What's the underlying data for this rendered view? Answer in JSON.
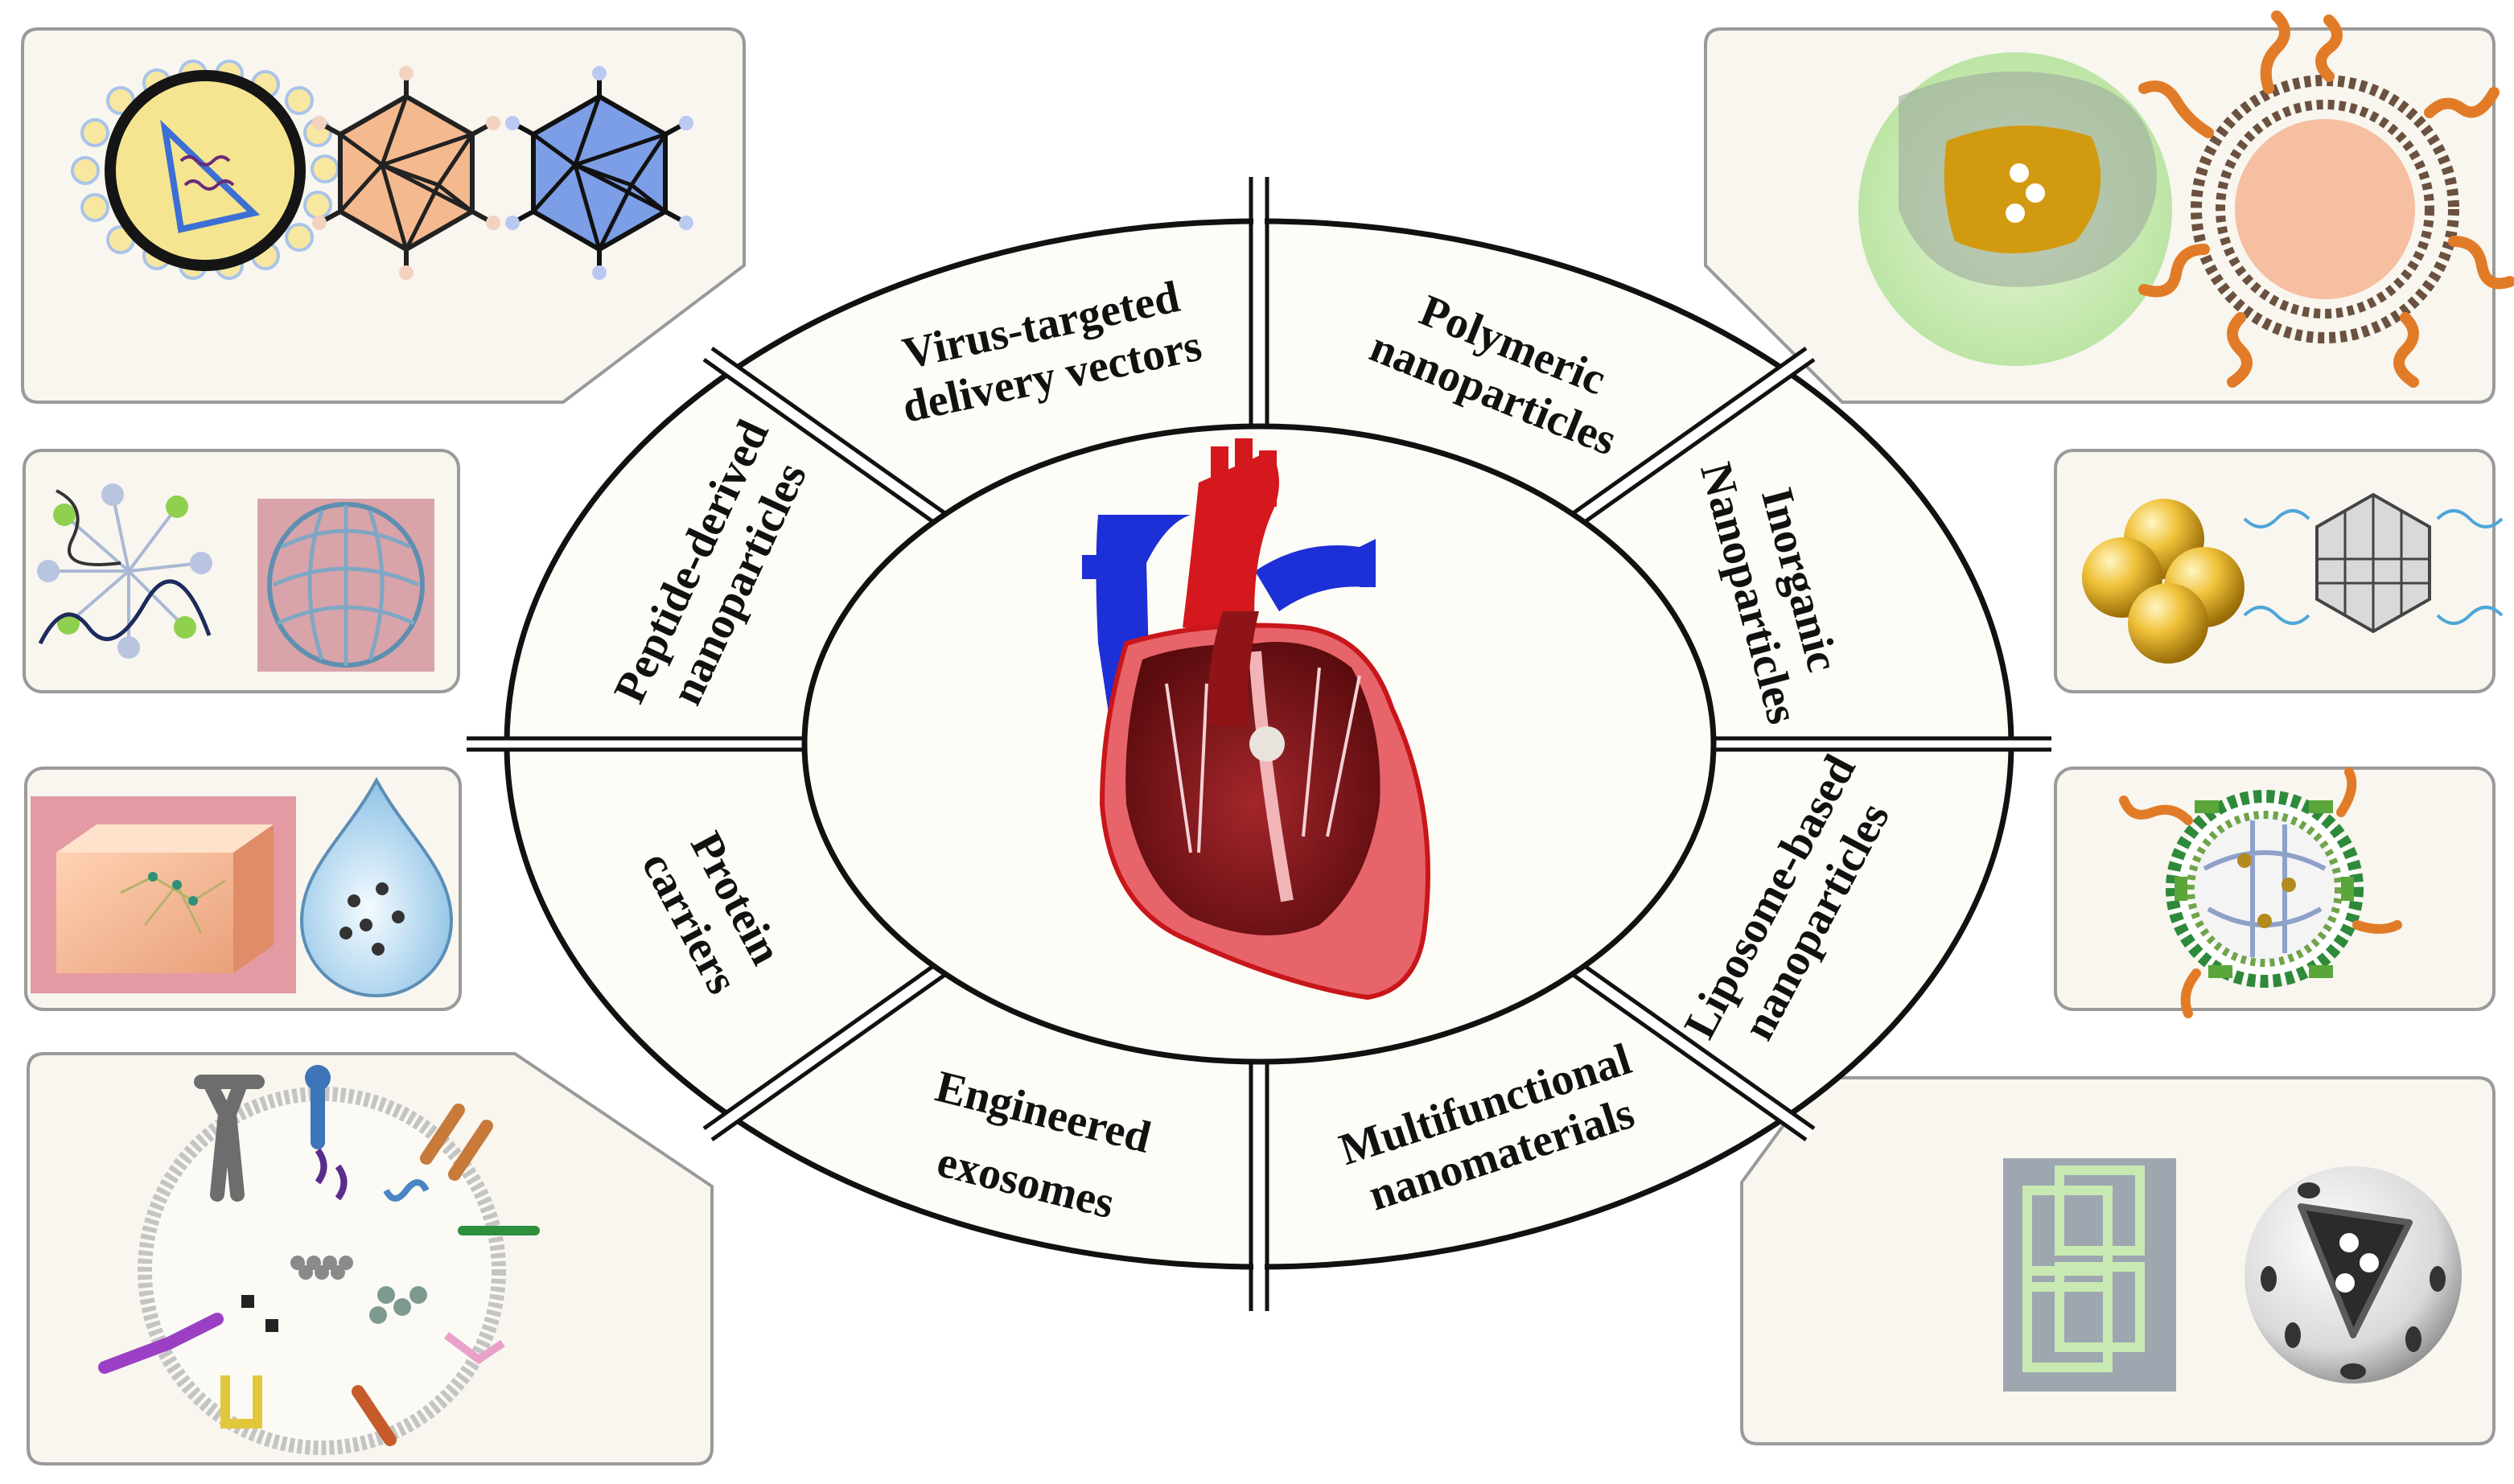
{
  "colors": {
    "panel_fill": "#f8f6ef",
    "panel_stroke": "#9a9a9a",
    "ring_fill": "#fdfcf6",
    "ring_stroke": "#111111",
    "heart_red": "#c8161a",
    "heart_dark": "#6a0f12",
    "vessel_blue": "#1d2fd6",
    "accent_orange": "#e8702a",
    "gold": "#d4a81c"
  },
  "segments": [
    {
      "id": "virus",
      "lines": [
        "Virus-targeted",
        "delivery vectors"
      ]
    },
    {
      "id": "polymeric",
      "lines": [
        "Polymeric",
        "nanoparticles"
      ]
    },
    {
      "id": "inorganic",
      "lines": [
        "Inorganic",
        "Nanoparticles"
      ]
    },
    {
      "id": "liposome",
      "lines": [
        "Liposome-based",
        "nanoparticles"
      ]
    },
    {
      "id": "multifunctional",
      "lines": [
        "Multifunctional",
        "nanomaterials"
      ]
    },
    {
      "id": "exosomes",
      "lines": [
        "Engineered",
        "exosomes"
      ]
    },
    {
      "id": "protein",
      "lines": [
        "Protein",
        "carriers"
      ]
    },
    {
      "id": "peptide",
      "lines": [
        "Peptide-derived",
        "nanoparticles"
      ]
    }
  ],
  "icons": {
    "center": "heart-cross-section-icon",
    "virus": "virus-particle-icon",
    "capsid": "icosahedral-capsid-icon",
    "polymer": "core-shell-polymer-nanoparticle-icon",
    "gold_cluster": "gold-nanoparticle-cluster-icon",
    "graphene": "graphene-sheet-icon",
    "liposome": "liposome-icon",
    "framework": "metal-organic-framework-icon",
    "mesoporous": "mesoporous-sphere-icon",
    "exosome": "exosome-vesicle-icon",
    "hydrogel": "hydrogel-block-icon",
    "droplet": "protein-droplet-icon",
    "micelle": "peptide-micelle-icon",
    "cage": "peptide-cage-icon"
  }
}
